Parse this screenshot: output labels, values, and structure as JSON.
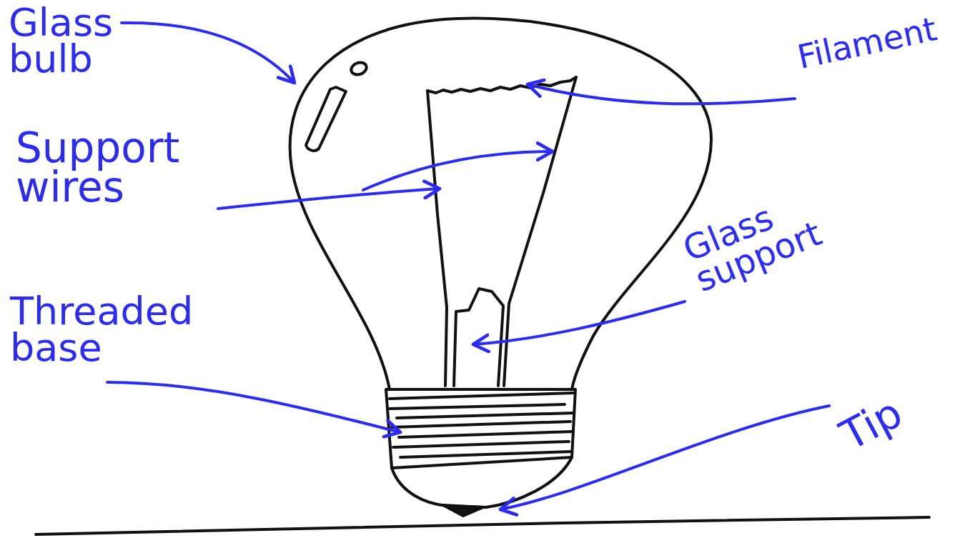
{
  "diagram": {
    "labels": [
      "Glass bulb",
      "Filament",
      "Support wires",
      "Glass support",
      "Threaded base",
      "Tip"
    ]
  }
}
